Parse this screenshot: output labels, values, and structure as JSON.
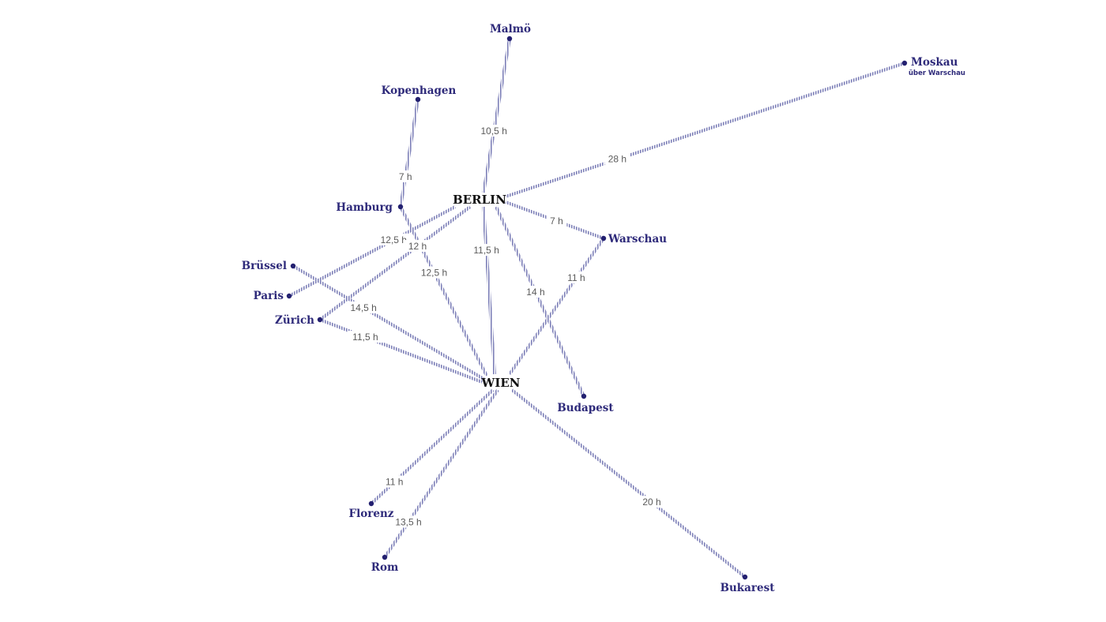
{
  "colors": {
    "route": "#7d80b8",
    "dot": "#232070",
    "city": "#2e2a7a",
    "hub": "#111111",
    "duration": "#5a5a5a"
  },
  "hubs": {
    "berlin": "BERLIN",
    "wien": "WIEN"
  },
  "cities": {
    "malmoe": "Malmö",
    "moskau": "Moskau",
    "moskau_sub": "über Warschau",
    "kopenhagen": "Kopenhagen",
    "hamburg": "Hamburg",
    "warschau": "Warschau",
    "bruessel": "Brüssel",
    "paris": "Paris",
    "zuerich": "Zürich",
    "budapest": "Budapest",
    "florenz": "Florenz",
    "rom": "Rom",
    "bukarest": "Bukarest"
  },
  "routes": [
    {
      "from": "berlin",
      "to": "malmoe",
      "duration": "10,5 h"
    },
    {
      "from": "berlin",
      "to": "moskau",
      "duration": "28 h"
    },
    {
      "from": "hamburg",
      "to": "kopenhagen",
      "duration": "7 h"
    },
    {
      "from": "berlin",
      "to": "warschau",
      "duration": "7 h"
    },
    {
      "from": "berlin",
      "to": "paris",
      "duration": "12,5 h"
    },
    {
      "from": "berlin",
      "to": "zuerich",
      "duration": "12 h"
    },
    {
      "from": "berlin",
      "to": "budapest",
      "duration": "14 h"
    },
    {
      "from": "berlin",
      "to": "wien",
      "duration": "11,5 h"
    },
    {
      "from": "hamburg",
      "to": "wien",
      "duration": "12,5 h"
    },
    {
      "from": "bruessel",
      "to": "wien",
      "duration": "14,5 h"
    },
    {
      "from": "zuerich",
      "to": "wien",
      "duration": "11,5 h"
    },
    {
      "from": "warschau",
      "to": "wien",
      "duration": "11 h"
    },
    {
      "from": "wien",
      "to": "florenz",
      "duration": "11 h"
    },
    {
      "from": "wien",
      "to": "rom",
      "duration": "13,5 h"
    },
    {
      "from": "wien",
      "to": "bukarest",
      "duration": "20 h"
    }
  ]
}
